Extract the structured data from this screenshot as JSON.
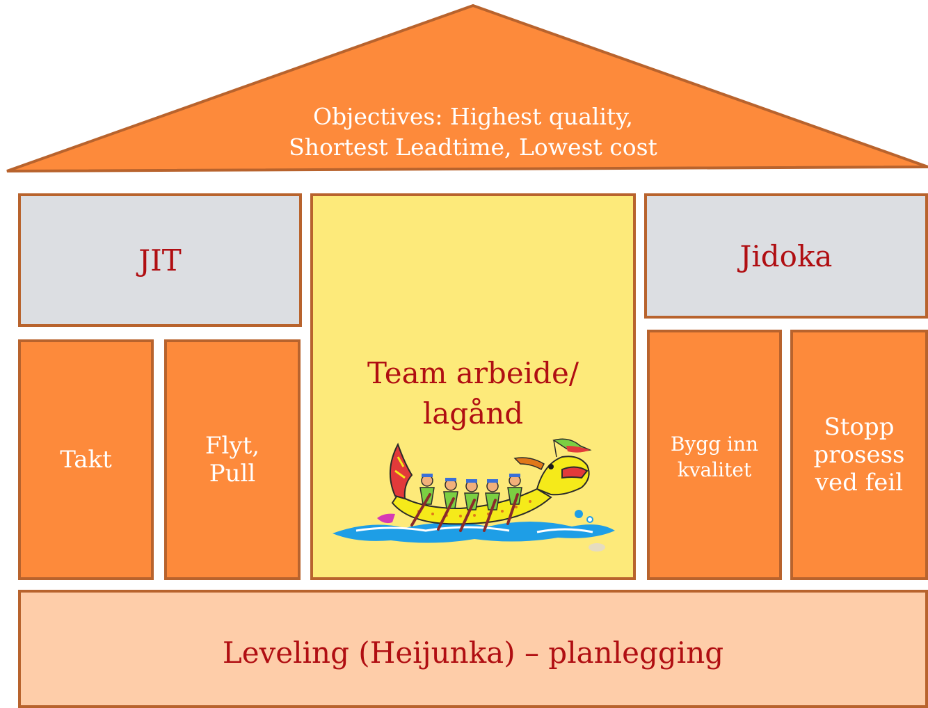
{
  "roof": {
    "line1": "Objectives: Highest quality,",
    "line2": "Shortest Leadtime, Lowest cost"
  },
  "left_beam": {
    "label": "JIT"
  },
  "right_beam": {
    "label": "Jidoka"
  },
  "left_pillars": [
    {
      "line1": "Takt"
    },
    {
      "line1": "Flyt,",
      "line2": "Pull"
    }
  ],
  "center": {
    "line1": "Team arbeide/",
    "line2": "lagånd",
    "image": "dragon-boat-rowers"
  },
  "right_pillars": [
    {
      "line1": "Bygg inn",
      "line2": "kvalitet"
    },
    {
      "line1": "Stopp",
      "line2": "prosess",
      "line3": "ved feil"
    }
  ],
  "foundation": {
    "label": "Leveling (Heijunka) – planlegging"
  },
  "colors": {
    "orange": "#fd8a3b",
    "border": "#b8632d",
    "grey": "#dcdee2",
    "yellow": "#fdea7a",
    "peach": "#fecda9",
    "red_text": "#b00e12"
  }
}
